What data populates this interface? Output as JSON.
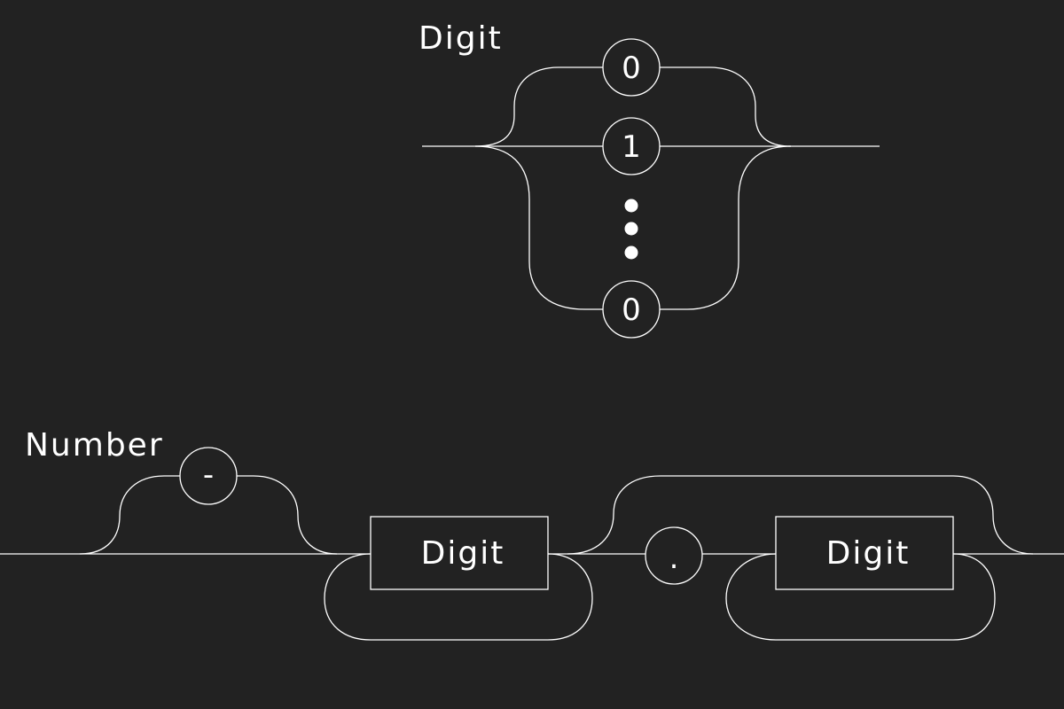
{
  "digit_rule": {
    "name": "Digit",
    "choices": [
      "0",
      "1",
      "0"
    ],
    "ellipsis": "vertical-dots"
  },
  "number_rule": {
    "name": "Number",
    "optional_sign": "-",
    "integer_part": "Digit",
    "decimal_point": ".",
    "fraction_part": "Digit"
  },
  "colors": {
    "background": "#222222",
    "stroke": "#ffffff",
    "text": "#ffffff"
  }
}
